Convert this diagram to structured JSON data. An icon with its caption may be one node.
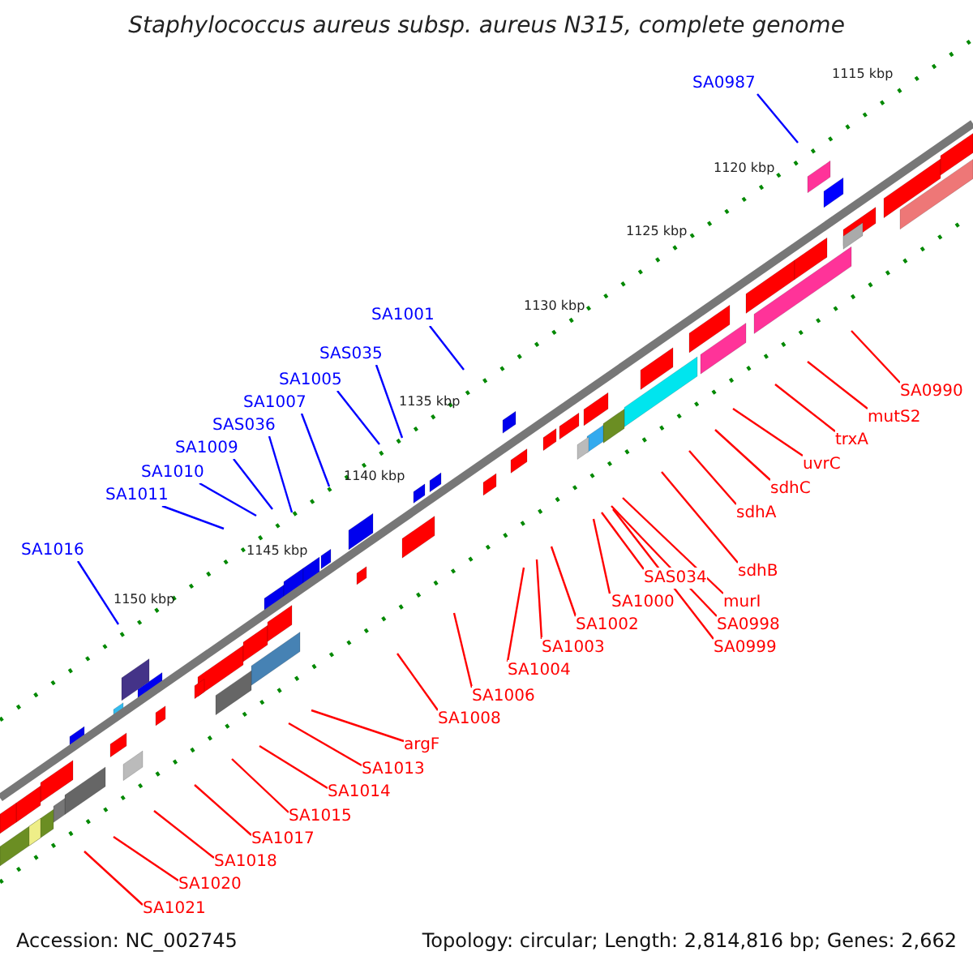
{
  "diagram": {
    "title": "Staphylococcus aureus subsp. aureus N315, complete genome",
    "nodes": [
      {
        "text": [
          "SA0987"
        ]
      },
      {
        "text": [
          "SA1001"
        ]
      },
      {
        "text": [
          "SAS035"
        ]
      },
      {
        "text": [
          "SA1005"
        ]
      },
      {
        "text": [
          "SA1007"
        ]
      },
      {
        "text": [
          "SAS036"
        ]
      },
      {
        "text": [
          "SA1009"
        ]
      },
      {
        "text": [
          "SA1010"
        ]
      },
      {
        "text": [
          "SA1011"
        ]
      },
      {
        "text": [
          "SA0990"
        ]
      },
      {
        "text": [
          "mutS2"
        ]
      },
      {
        "text": [
          "trxA"
        ]
      },
      {
        "text": [
          "uvrC"
        ]
      },
      {
        "text": [
          "sdhC"
        ]
      },
      {
        "text": [
          "sdhA"
        ]
      },
      {
        "text": [
          "SA1016"
        ]
      },
      {
        "text": [
          "sdhB"
        ]
      },
      {
        "text": [
          "SAS034"
        ]
      },
      {
        "text": [
          "SA1000"
        ]
      },
      {
        "text": [
          "murI"
        ]
      },
      {
        "text": [
          "SA0998"
        ]
      },
      {
        "text": [
          "SA1002"
        ]
      },
      {
        "text": [
          "SA0999"
        ]
      },
      {
        "text": [
          "SA1003"
        ]
      },
      {
        "text": [
          "SA1004"
        ]
      },
      {
        "text": [
          "SA1006"
        ]
      },
      {
        "text": [
          "SA1008"
        ]
      },
      {
        "text": [
          "argF"
        ]
      },
      {
        "text": [
          "SA1013"
        ]
      },
      {
        "text": [
          "SA1014"
        ]
      },
      {
        "text": [
          "SA1015"
        ]
      },
      {
        "text": [
          "SA1017"
        ]
      },
      {
        "text": [
          "SA1018"
        ]
      },
      {
        "text": [
          "SA1020"
        ]
      },
      {
        "text": [
          "SA1021"
        ]
      }
    ],
    "edges": [
      {
        "from": 0,
        "to": null,
        "arrow": "none",
        "color": "#0000ff"
      },
      {
        "from": 1,
        "to": null,
        "arrow": "none",
        "color": "#0000ff"
      },
      {
        "from": 2,
        "to": null,
        "arrow": "none",
        "color": "#0000ff"
      },
      {
        "from": 3,
        "to": null,
        "arrow": "none",
        "color": "#0000ff"
      },
      {
        "from": 4,
        "to": null,
        "arrow": "none",
        "color": "#0000ff"
      },
      {
        "from": 5,
        "to": null,
        "arrow": "none",
        "color": "#0000ff"
      },
      {
        "from": 6,
        "to": null,
        "arrow": "none",
        "color": "#0000ff"
      },
      {
        "from": 7,
        "to": null,
        "arrow": "none",
        "color": "#0000ff"
      },
      {
        "from": 8,
        "to": null,
        "arrow": "none",
        "color": "#0000ff"
      },
      {
        "from": 9,
        "to": null,
        "arrow": "none"
      },
      {
        "from": 10,
        "to": null,
        "arrow": "none"
      },
      {
        "from": 11,
        "to": null,
        "arrow": "none"
      },
      {
        "from": 12,
        "to": null,
        "arrow": "none"
      },
      {
        "from": 13,
        "to": null,
        "arrow": "none"
      },
      {
        "from": 14,
        "to": null,
        "arrow": "none"
      },
      {
        "from": 15,
        "to": null,
        "arrow": "none",
        "color": "#0000ff"
      },
      {
        "from": 16,
        "to": null,
        "arrow": "none"
      },
      {
        "from": 17,
        "to": null,
        "arrow": "none"
      },
      {
        "from": 18,
        "to": null,
        "arrow": "none"
      },
      {
        "from": 19,
        "to": null,
        "arrow": "none"
      },
      {
        "from": 20,
        "to": null,
        "arrow": "none"
      },
      {
        "from": 21,
        "to": null,
        "arrow": "none"
      },
      {
        "from": 22,
        "to": null,
        "arrow": "none"
      },
      {
        "from": 23,
        "to": null,
        "arrow": "none"
      },
      {
        "from": 24,
        "to": null,
        "arrow": "none"
      },
      {
        "from": 25,
        "to": null,
        "arrow": "none"
      },
      {
        "from": 26,
        "to": null,
        "arrow": "none"
      },
      {
        "from": 27,
        "to": null,
        "arrow": "none"
      },
      {
        "from": 28,
        "to": null,
        "arrow": "none"
      },
      {
        "from": 29,
        "to": null,
        "arrow": "none"
      },
      {
        "from": 30,
        "to": null,
        "arrow": "none"
      },
      {
        "from": 31,
        "to": null,
        "arrow": "none"
      },
      {
        "from": 32,
        "to": null,
        "arrow": "none"
      },
      {
        "from": 33,
        "to": null,
        "arrow": "none"
      },
      {
        "from": 34,
        "to": null,
        "arrow": "none"
      }
    ],
    "labels": [
      "1115 kbp",
      "1120 kbp",
      "1125 kbp",
      "1130 kbp",
      "1135 kbp",
      "1140 kbp",
      "1145 kbp",
      "1150 kbp",
      "Accession: NC_002745",
      "Topology: circular; Length: 2,814,816 bp; Genes: 2,662"
    ]
  }
}
